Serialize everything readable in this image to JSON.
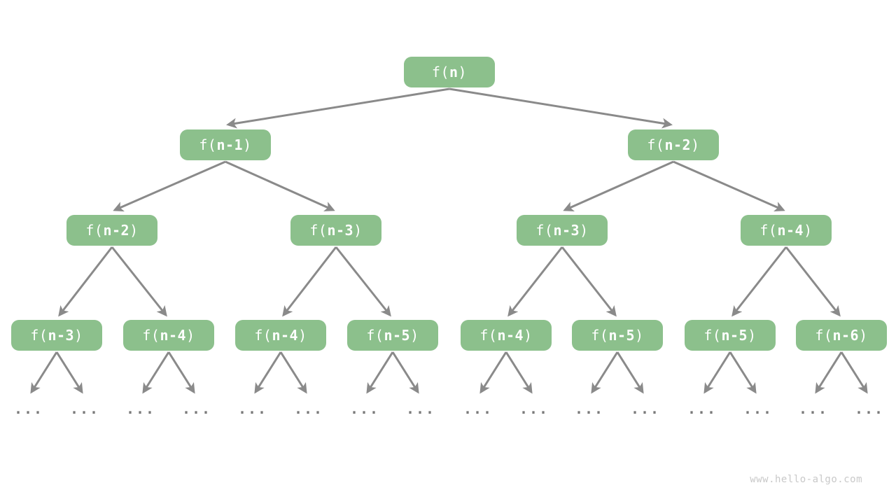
{
  "colors": {
    "background": "#ffffff",
    "node_fill": "#8CC08C",
    "node_text": "#ffffff",
    "edge": "#8A8A8A",
    "ellipsis": "#7A7A7A",
    "watermark": "#C9C9C9"
  },
  "nodes": [
    {
      "level": 0,
      "pre": "f(",
      "arg": "n",
      "post": ")"
    },
    {
      "level": 1,
      "pre": "f(",
      "arg": "n-1",
      "post": ")"
    },
    {
      "level": 1,
      "pre": "f(",
      "arg": "n-2",
      "post": ")"
    },
    {
      "level": 2,
      "pre": "f(",
      "arg": "n-2",
      "post": ")"
    },
    {
      "level": 2,
      "pre": "f(",
      "arg": "n-3",
      "post": ")"
    },
    {
      "level": 2,
      "pre": "f(",
      "arg": "n-3",
      "post": ")"
    },
    {
      "level": 2,
      "pre": "f(",
      "arg": "n-4",
      "post": ")"
    },
    {
      "level": 3,
      "pre": "f(",
      "arg": "n-3",
      "post": ")"
    },
    {
      "level": 3,
      "pre": "f(",
      "arg": "n-4",
      "post": ")"
    },
    {
      "level": 3,
      "pre": "f(",
      "arg": "n-4",
      "post": ")"
    },
    {
      "level": 3,
      "pre": "f(",
      "arg": "n-5",
      "post": ")"
    },
    {
      "level": 3,
      "pre": "f(",
      "arg": "n-4",
      "post": ")"
    },
    {
      "level": 3,
      "pre": "f(",
      "arg": "n-5",
      "post": ")"
    },
    {
      "level": 3,
      "pre": "f(",
      "arg": "n-5",
      "post": ")"
    },
    {
      "level": 3,
      "pre": "f(",
      "arg": "n-6",
      "post": ")"
    }
  ],
  "edges": [
    [
      0,
      1
    ],
    [
      0,
      2
    ],
    [
      1,
      3
    ],
    [
      1,
      4
    ],
    [
      2,
      5
    ],
    [
      2,
      6
    ],
    [
      3,
      7
    ],
    [
      3,
      8
    ],
    [
      4,
      9
    ],
    [
      4,
      10
    ],
    [
      5,
      11
    ],
    [
      5,
      12
    ],
    [
      6,
      13
    ],
    [
      6,
      14
    ]
  ],
  "ellipses": [
    "...",
    "...",
    "...",
    "...",
    "...",
    "...",
    "...",
    "...",
    "...",
    "...",
    "...",
    "...",
    "...",
    "...",
    "...",
    "..."
  ],
  "watermark": "www.hello-algo.com"
}
